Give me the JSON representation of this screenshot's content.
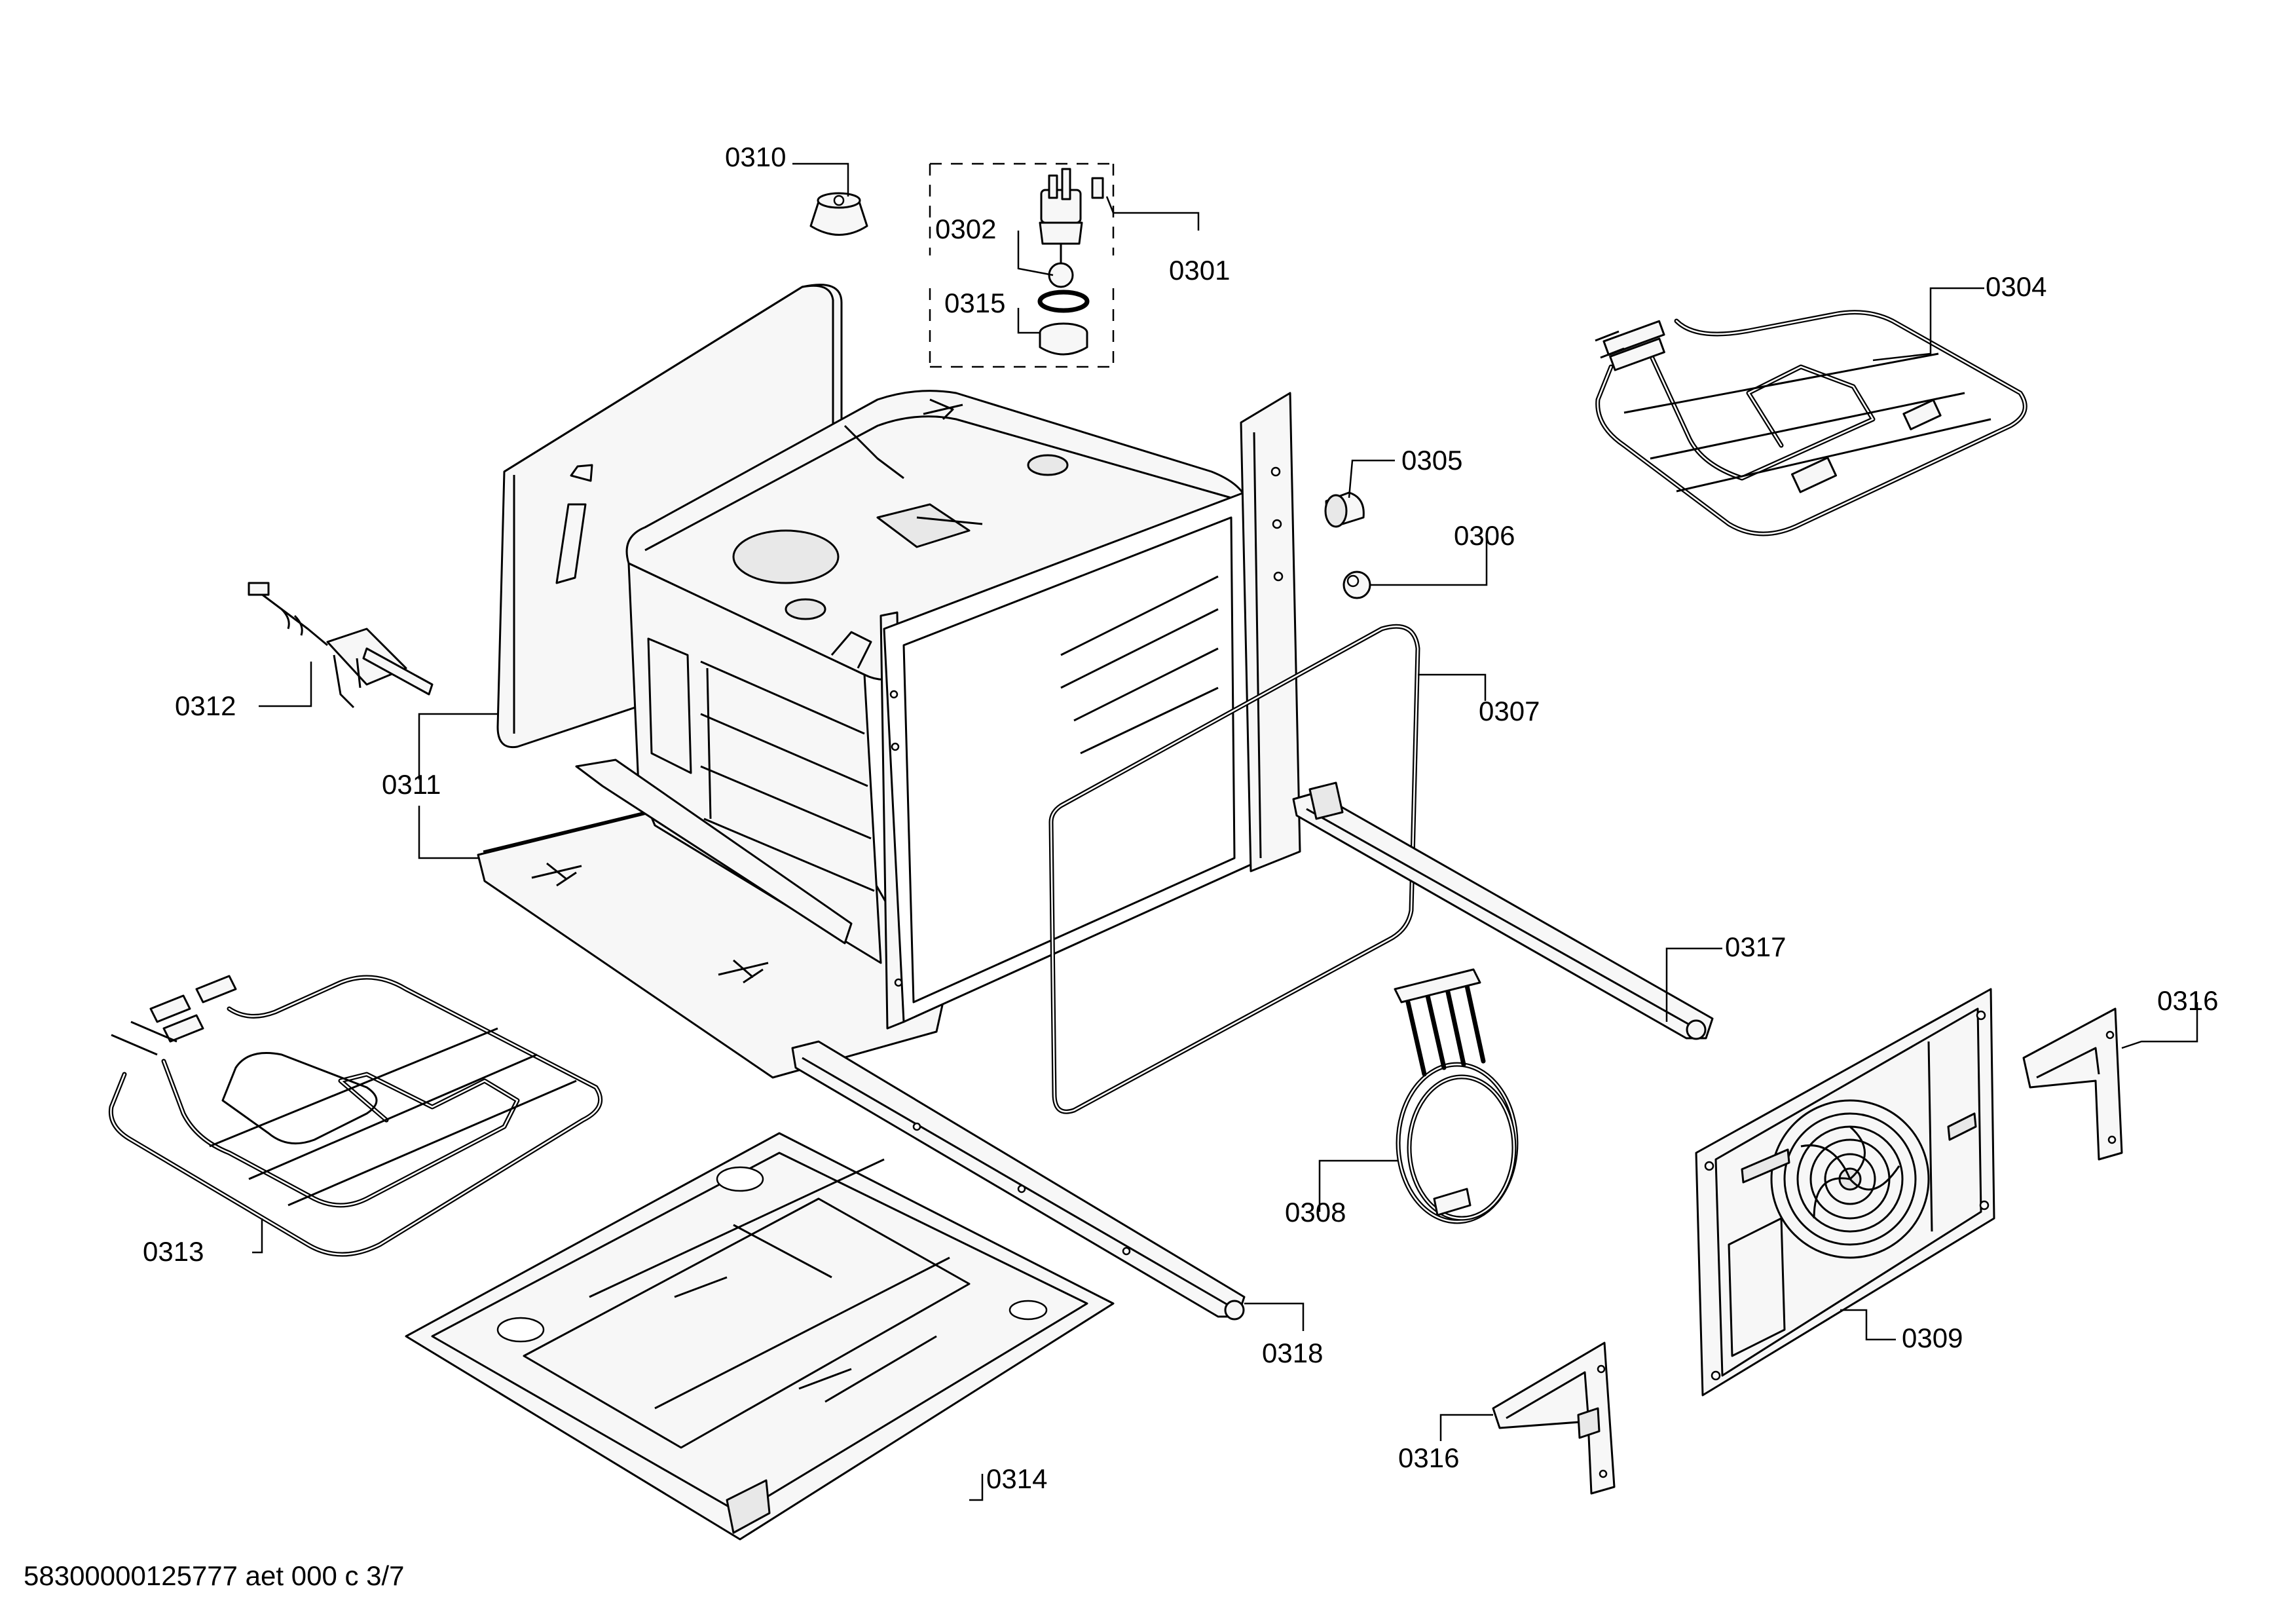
{
  "labels": {
    "p0310": "0310",
    "p0302": "0302",
    "p0301": "0301",
    "p0315": "0315",
    "p0304": "0304",
    "p0305": "0305",
    "p0306": "0306",
    "p0307": "0307",
    "p0312": "0312",
    "p0311": "0311",
    "p0317": "0317",
    "p0316a": "0316",
    "p0313": "0313",
    "p0308": "0308",
    "p0318": "0318",
    "p0309": "0309",
    "p0316b": "0316",
    "p0314": "0314"
  },
  "footer": "58300000125777 aet 000 c 3/7"
}
